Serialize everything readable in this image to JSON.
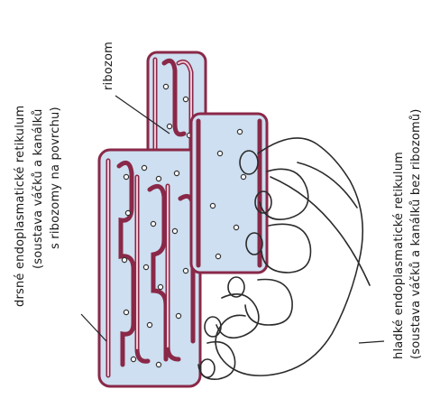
{
  "labels": {
    "rough_er": {
      "line1": "drsné endoplasmatické retikulum",
      "line2": "(soustava váčků a kanálků",
      "line3": "s ribozomy na povrchu)"
    },
    "ribosome": "ribozom",
    "smooth_er": {
      "line1": "hladké endoplasmatické retikulum",
      "line2": "(soustava váčků a kanálků bez ribozomů)"
    }
  },
  "colors": {
    "membrane": "#8a2848",
    "lumen": "#cddff0",
    "smooth_outline": "#2b2b2b"
  }
}
